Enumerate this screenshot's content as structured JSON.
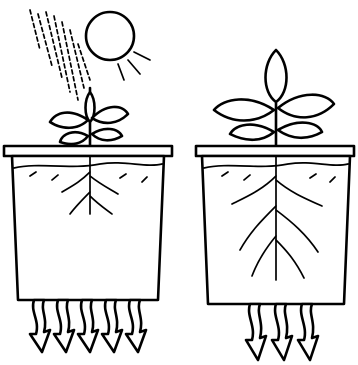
{
  "scene": {
    "panels": [
      {
        "pot": "left-pot",
        "light": "sun",
        "arrows": 5
      },
      {
        "pot": "right-pot",
        "light": "none",
        "arrows": 3
      }
    ],
    "colors": {
      "ink": "#000000",
      "paper": "#ffffff"
    }
  }
}
